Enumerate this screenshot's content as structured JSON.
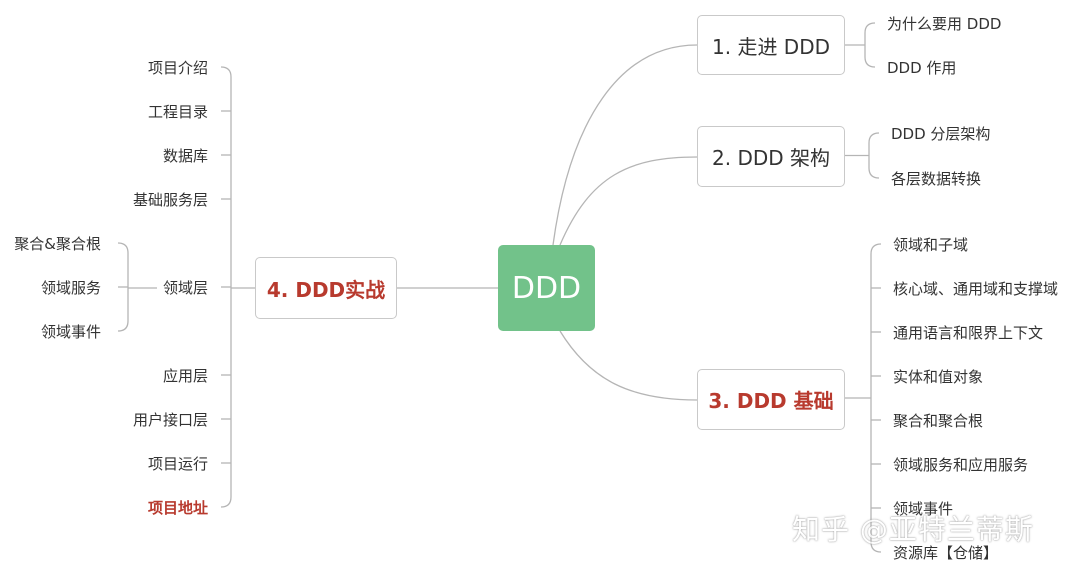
{
  "root": "DDD",
  "branches": {
    "b1": {
      "label": "1. 走进 DDD",
      "children": [
        "为什么要用 DDD",
        "DDD 作用"
      ]
    },
    "b2": {
      "label": "2. DDD 架构",
      "children": [
        "DDD 分层架构",
        "各层数据转换"
      ]
    },
    "b3": {
      "label": "3. DDD 基础",
      "children": [
        "领域和子域",
        "核心域、通用域和支撑域",
        "通用语言和限界上下文",
        "实体和值对象",
        "聚合和聚合根",
        "领域服务和应用服务",
        "领域事件",
        "资源库【仓储】"
      ]
    },
    "b4": {
      "label": "4. DDD实战",
      "children": [
        "项目介绍",
        "工程目录",
        "数据库",
        "基础服务层",
        "领域层",
        "应用层",
        "用户接口层",
        "项目运行",
        "项目地址"
      ],
      "domain_layer_children": [
        "聚合&聚合根",
        "领域服务",
        "领域事件"
      ]
    }
  },
  "colors": {
    "root": "#72c28a",
    "highlight": "#b83a2e",
    "line": "#b5b5b5"
  },
  "watermark": "知乎 @亚特兰蒂斯"
}
